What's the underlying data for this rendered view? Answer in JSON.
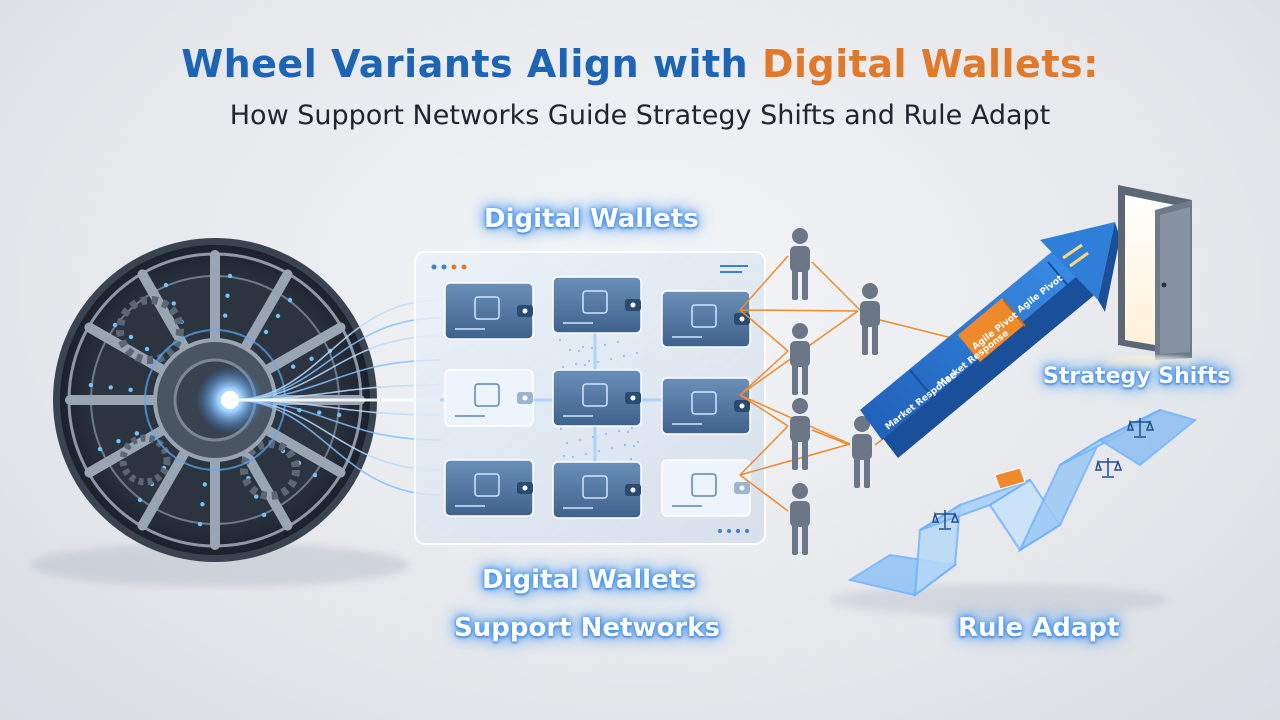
{
  "title_part1": "Wheel Variants Align with",
  "title_part2": "Digital Wallets:",
  "subtitle": "How Support Networks Guide Strategy Shifts and Rule Adapt",
  "labels": {
    "digital_wallets_top": "Digital Wallets",
    "digital_wallets_bottom": "Digital Wallets",
    "support_networks": "Support Networks",
    "strategy_shifts": "Strategy Shifts",
    "rule_adapt": "Rule Adapt"
  },
  "arrow_blocks": [
    "Market Response",
    "Market Response",
    "Agile Pivot",
    "Agile Pivot"
  ],
  "colors": {
    "title_blue": "#1d64b5",
    "title_orange": "#e07a2a",
    "accent_blue": "#2f7fd8",
    "accent_orange": "#ef8a2c",
    "glow": "#6fb1ff"
  },
  "icons": [
    "wheel-icon",
    "wallet-icon",
    "chip-icon",
    "person-icon",
    "door-icon",
    "scales-icon"
  ]
}
